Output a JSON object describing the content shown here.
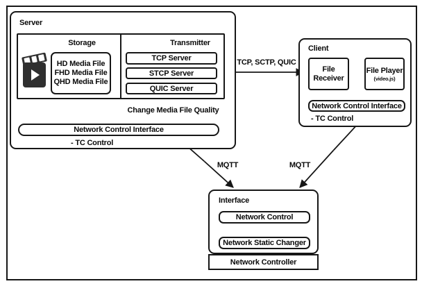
{
  "figure": {
    "colors": {
      "ink": "#161616",
      "background": "#ffffff"
    },
    "server": {
      "title": "Server",
      "storage": {
        "title": "Storage",
        "icon": "clapperboard-play-icon",
        "media_files": [
          "HD Media File",
          "FHD Media File",
          "QHD Media File"
        ]
      },
      "transmitter": {
        "title": "Transmitter",
        "servers": [
          "TCP Server",
          "STCP Server",
          "QUIC Server"
        ]
      },
      "network_control_interface": "Network Control Interface",
      "tc_control": "- TC Control"
    },
    "client": {
      "title": "Client",
      "file_receiver": "File Receiver",
      "file_player": "File Player",
      "file_player_sub": "(video.js)",
      "network_control_interface": "Network Control Interface",
      "tc_control": "- TC Control"
    },
    "interface": {
      "title": "Interface",
      "network_control": "Network Control",
      "network_static_changer": "Network Static Changer"
    },
    "network_controller": "Network Controller",
    "connections": {
      "transport_label": "TCP, SCTP, QUIC",
      "change_quality_label": "Change Media File Quality",
      "server_mqtt_label": "MQTT",
      "client_mqtt_label": "MQTT"
    }
  }
}
